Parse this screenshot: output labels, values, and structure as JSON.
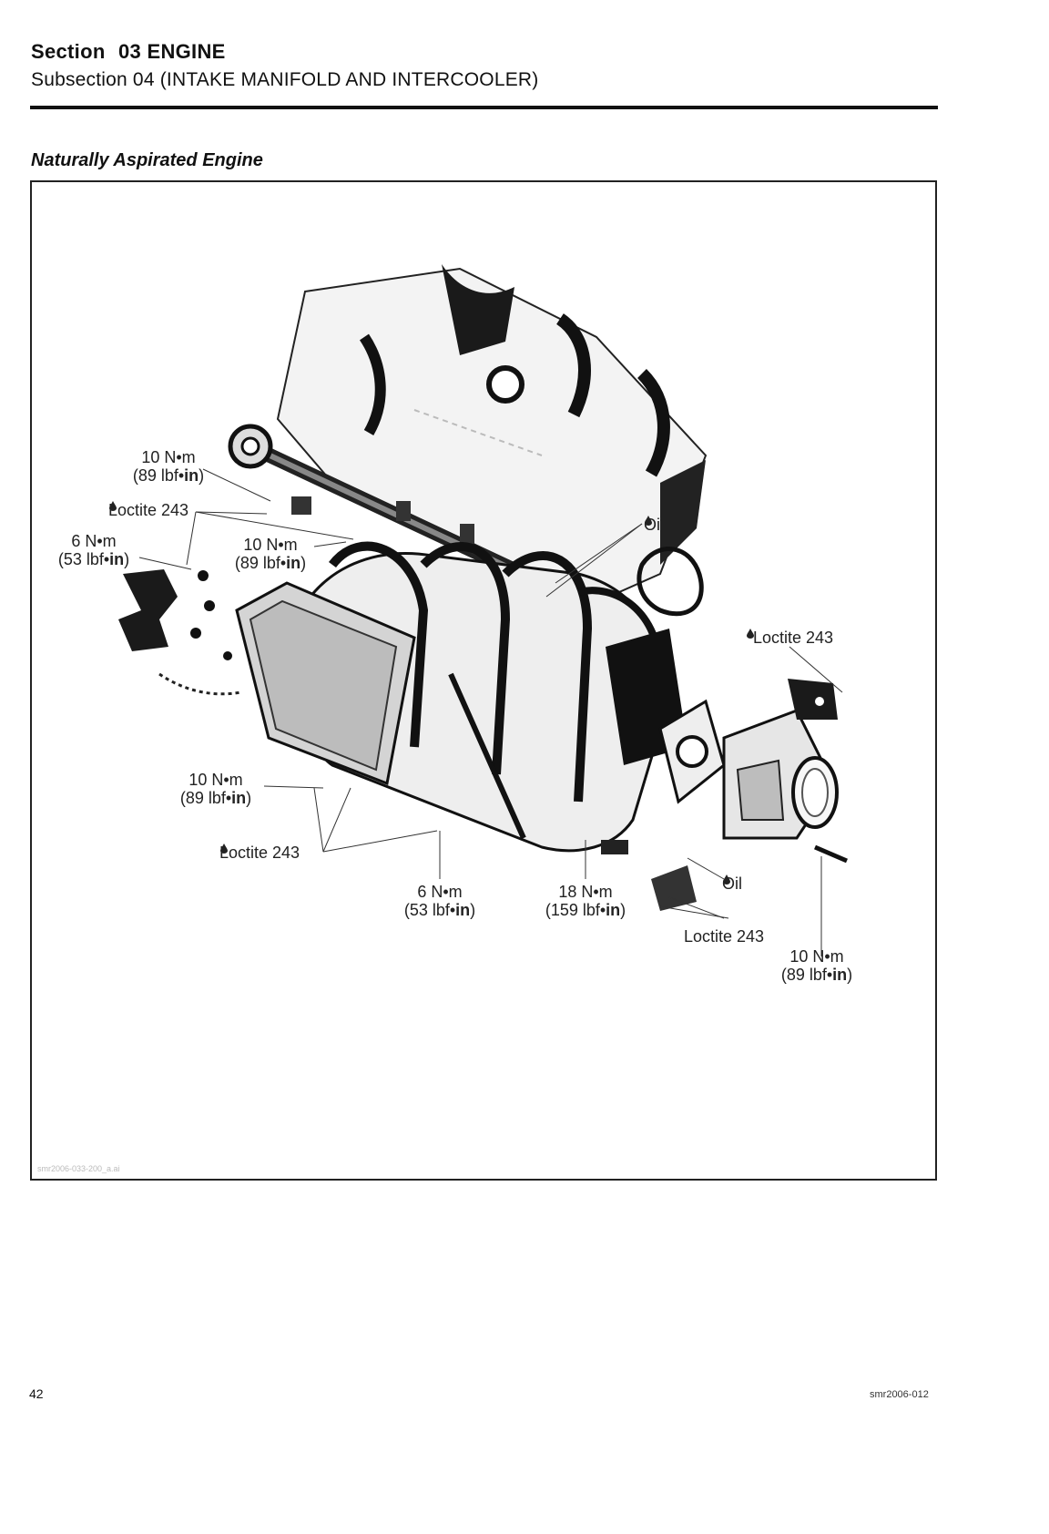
{
  "header": {
    "section_label": "Section",
    "section_number": "03",
    "section_name": "ENGINE",
    "subsection": "Subsection 04 (INTAKE MANIFOLD AND INTERCOOLER)"
  },
  "figure": {
    "title": "Naturally Aspirated Engine",
    "image_ref": "smr2006-033-200_a.ai",
    "annotations": {
      "torque_10nm_top_a": "10 N•m",
      "torque_89_top_a": "(89 lbf•",
      "torque_89_top_a_unit": "in",
      "loctite_left": "Loctite 243",
      "torque_6nm_left_a": "6 N•m",
      "torque_53_left_a": "(53 lbf•",
      "torque_53_left_a_unit": "in",
      "torque_10nm_mid": "10 N•m",
      "torque_89_mid": "(89 lbf•",
      "torque_89_mid_unit": "in",
      "oil_top": "Oil",
      "loctite_right": "Loctite 243",
      "torque_10nm_lower_left": "10 N•m",
      "torque_89_lower_left": "(89 lbf•",
      "torque_89_lower_left_unit": "in",
      "loctite_bottom_left": "Loctite 243",
      "torque_6nm_bottom": "6 N•m",
      "torque_53_bottom": "(53 lbf•",
      "torque_53_bottom_unit": "in",
      "torque_18nm_bottom": "18 N•m",
      "torque_159_bottom": "(159 lbf•",
      "torque_159_bottom_unit": "in",
      "oil_bottom": "Oil",
      "loctite_bottom_right": "Loctite 243",
      "torque_10nm_bottom_right": "10 N•m",
      "torque_89_bottom_right": "(89 lbf•",
      "torque_89_bottom_right_unit": "in",
      "close_paren": ")"
    }
  },
  "footer": {
    "page_number": "42",
    "doc_id": "smr2006-012"
  }
}
